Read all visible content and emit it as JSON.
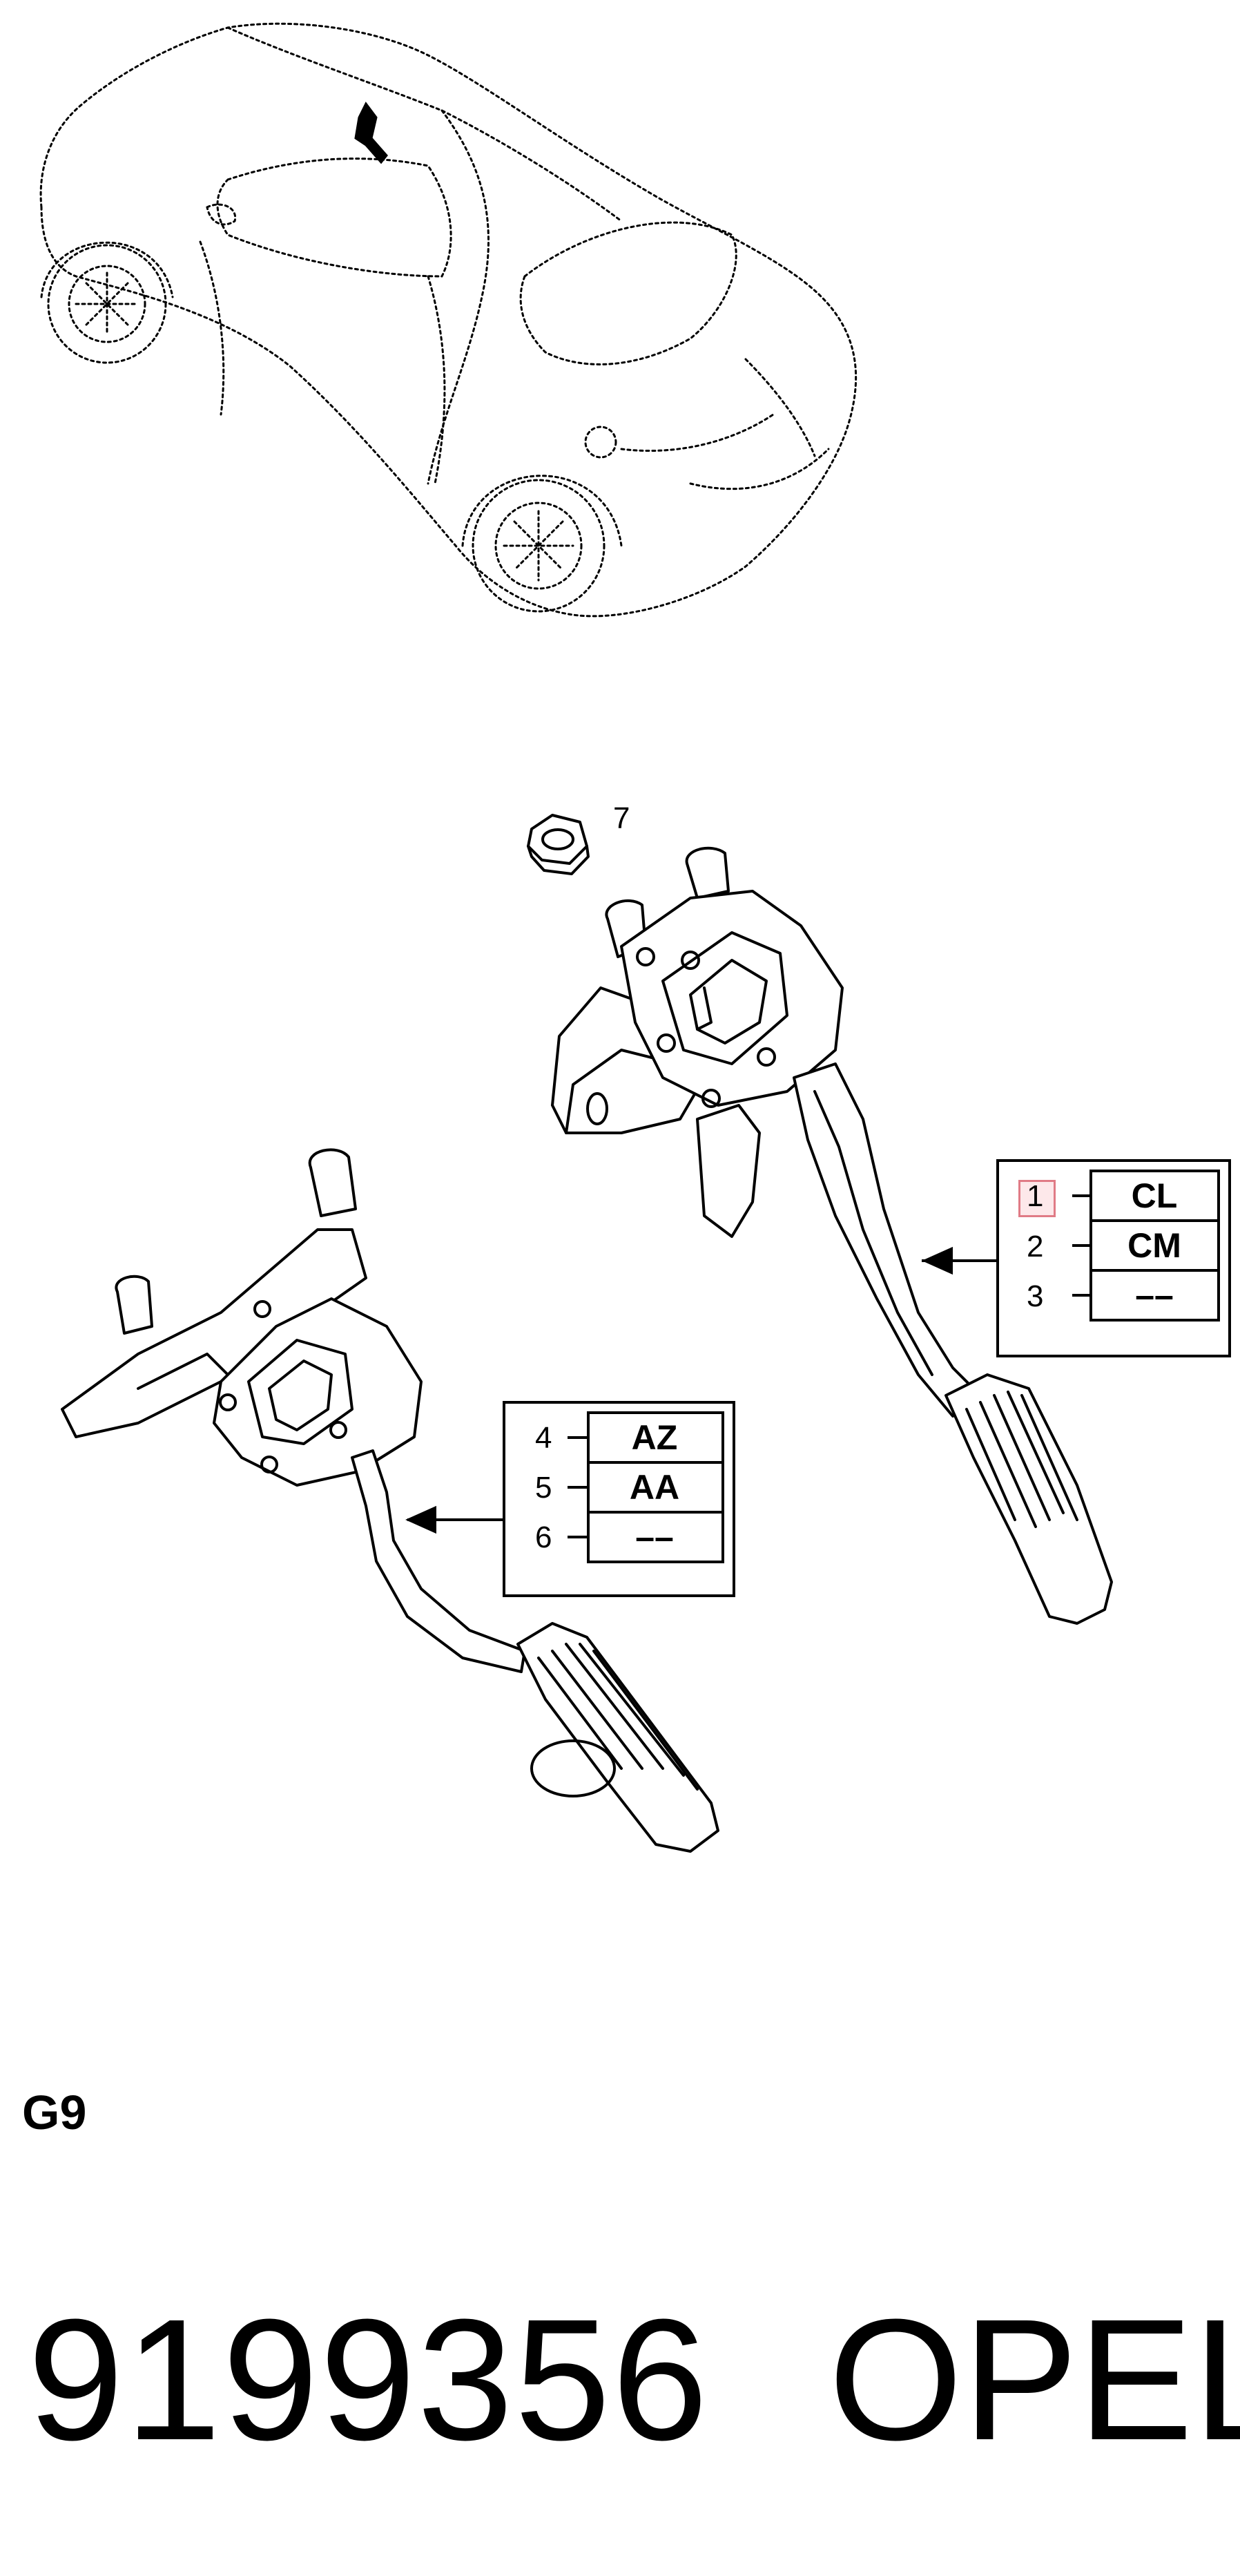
{
  "callouts": {
    "nut_label": "7"
  },
  "table_right": {
    "rows": [
      {
        "num": "1",
        "code": "CL",
        "highlighted": true
      },
      {
        "num": "2",
        "code": "CM",
        "highlighted": false
      },
      {
        "num": "3",
        "code": "––",
        "highlighted": false
      }
    ]
  },
  "table_left": {
    "rows": [
      {
        "num": "4",
        "code": "AZ"
      },
      {
        "num": "5",
        "code": "AA"
      },
      {
        "num": "6",
        "code": "––"
      }
    ]
  },
  "group_label": "G9",
  "part_number": "9199356",
  "brand": "OPEL",
  "colors": {
    "highlight_border": "#e07b86",
    "highlight_fill": "#fde8ea"
  }
}
